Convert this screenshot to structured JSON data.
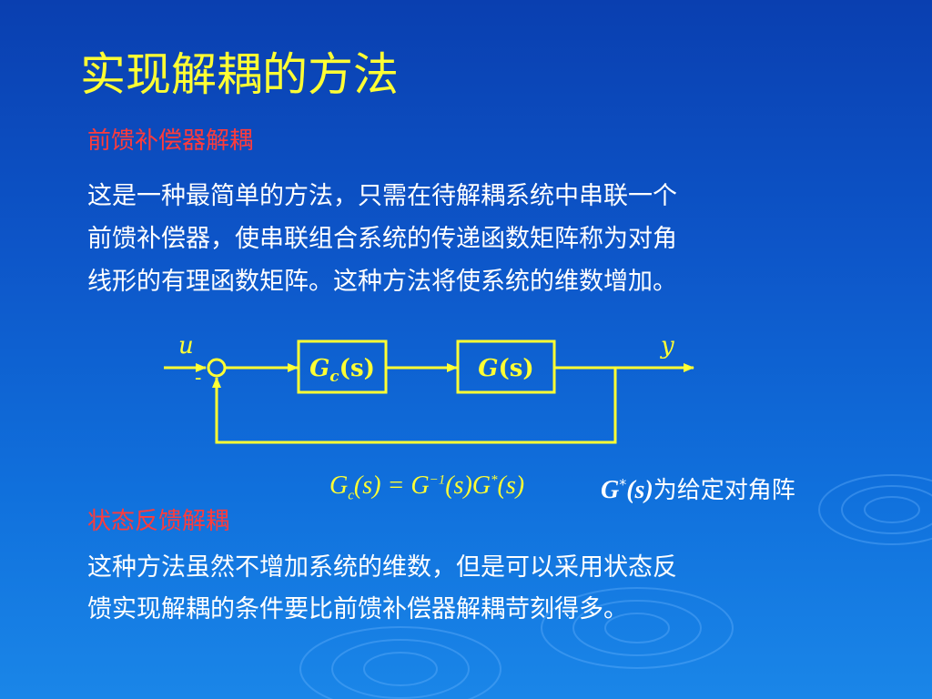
{
  "slide": {
    "title": "实现解耦的方法",
    "section1": {
      "heading": "前馈补偿器解耦",
      "lines": [
        "这是一种最简单的方法，只需在待解耦系统中串联一个",
        "前馈补偿器，使串联组合系统的传递函数矩阵称为对角",
        "线形的有理函数矩阵。这种方法将使系统的维数增加。"
      ]
    },
    "diagram": {
      "input_label": "u",
      "output_label": "y",
      "minus_sign": "-",
      "block1": {
        "main": "G",
        "sub": "c",
        "arg": "(s)"
      },
      "block2": {
        "main": "G",
        "arg": "(s)"
      }
    },
    "formula": {
      "lhs_main": "G",
      "lhs_sub": "c",
      "lhs_arg": "(s)",
      "equals": " = ",
      "rhs1_main": "G",
      "rhs1_sup": "−1",
      "rhs1_arg": "(s)",
      "rhs2_main": "G",
      "rhs2_sup": "*",
      "rhs2_arg": "(s)"
    },
    "note": {
      "main": "G",
      "sup": "*",
      "arg": "(s)",
      "text": "为给定对角阵"
    },
    "section2": {
      "heading": "状态反馈解耦",
      "lines": [
        "这种方法虽然不增加系统的维数，但是可以采用状态反",
        "馈实现解耦的条件要比前馈补偿器解耦苛刻得多。"
      ]
    },
    "colors": {
      "title": "#ffff33",
      "heading": "#ff3b3b",
      "body_text": "#ffffff",
      "diagram": "#ffff33",
      "background_top": "#0a3fb0",
      "background_bottom": "#1a86e8"
    }
  }
}
